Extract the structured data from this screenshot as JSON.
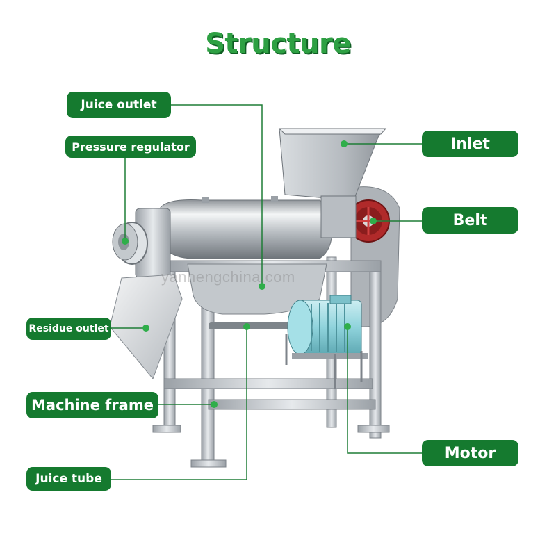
{
  "title": "Structure",
  "watermark": "yanhengchina.com",
  "labels": {
    "juice_outlet": "Juice outlet",
    "pressure_regulator": "Pressure regulator",
    "inlet": "Inlet",
    "belt": "Belt",
    "residue_outlet": "Residue outlet",
    "machine_frame": "Machine frame",
    "motor": "Motor",
    "juice_tube": "Juice tube"
  },
  "colors": {
    "label_bg": "#157a2f",
    "leader_line": "#1e7d36",
    "title": "#2ea043",
    "steel": "#c8ccd0",
    "motor": "#8fd3dc",
    "pulley": "#b02a2a"
  }
}
